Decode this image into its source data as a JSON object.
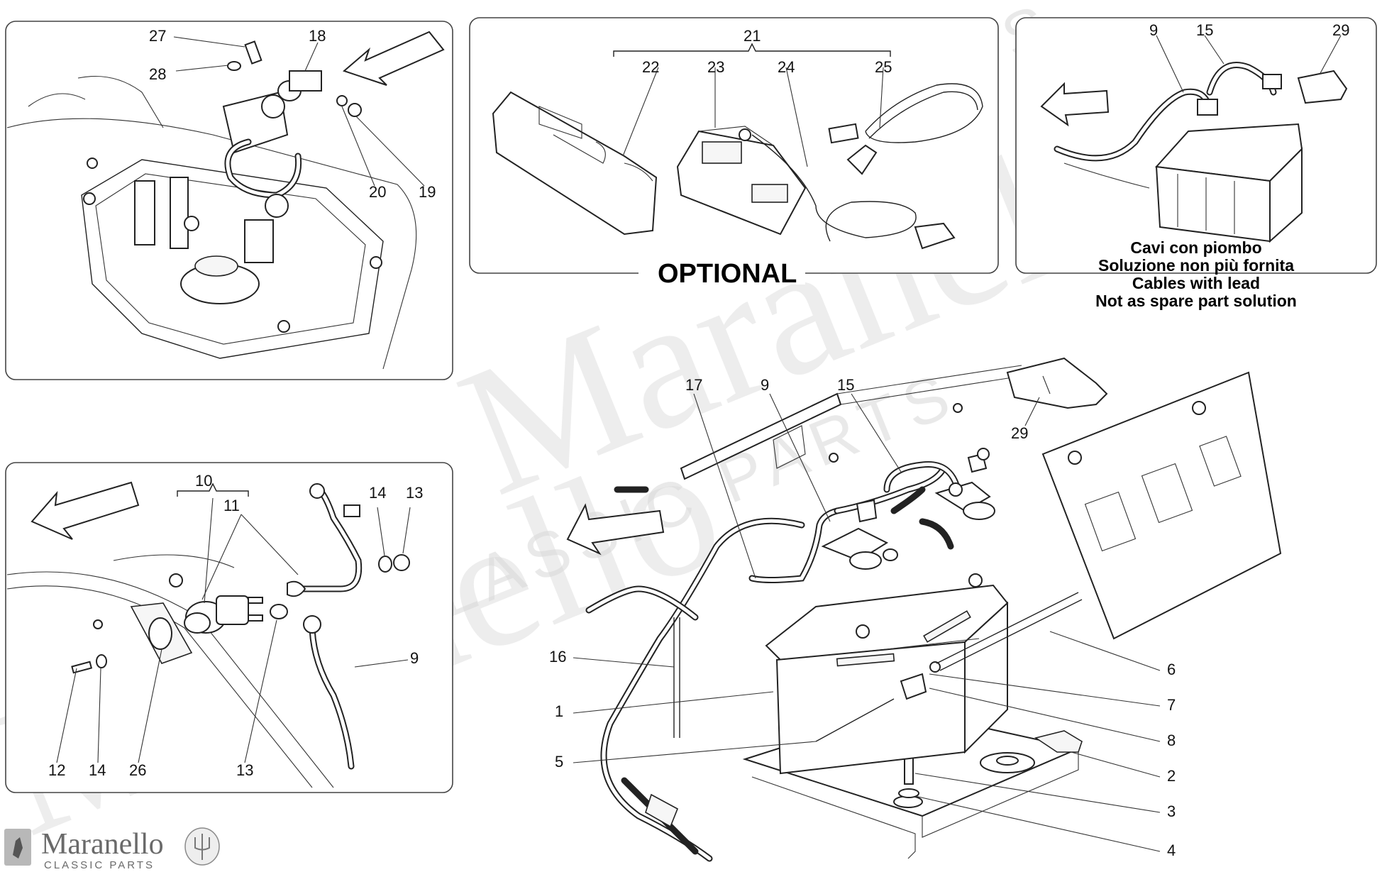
{
  "watermark": {
    "main": "Maranello",
    "sub": "CLASSIC PARTS"
  },
  "brand": {
    "name": "Maranello",
    "tagline": "CLASSIC PARTS"
  },
  "panels": {
    "top_left": {
      "labels": [
        "27",
        "18",
        "28",
        "20",
        "19"
      ]
    },
    "top_center": {
      "labels": [
        "21",
        "22",
        "23",
        "24",
        "25"
      ],
      "caption": "OPTIONAL"
    },
    "top_right": {
      "labels": [
        "9",
        "15",
        "29"
      ],
      "note": [
        "Cavi con piombo",
        "Soluzione non più fornita",
        "Cables with lead",
        "Not as spare part solution"
      ]
    },
    "bottom_left": {
      "labels": [
        "10",
        "11",
        "14",
        "13",
        "9",
        "12",
        "14",
        "26",
        "13"
      ]
    },
    "main": {
      "labels": [
        "17",
        "9",
        "15",
        "29",
        "16",
        "1",
        "5",
        "6",
        "7",
        "8",
        "2",
        "3",
        "4"
      ]
    }
  },
  "colors": {
    "line": "#222222",
    "frame": "#444444",
    "watermark": "#d8d8d8",
    "background": "#ffffff"
  }
}
